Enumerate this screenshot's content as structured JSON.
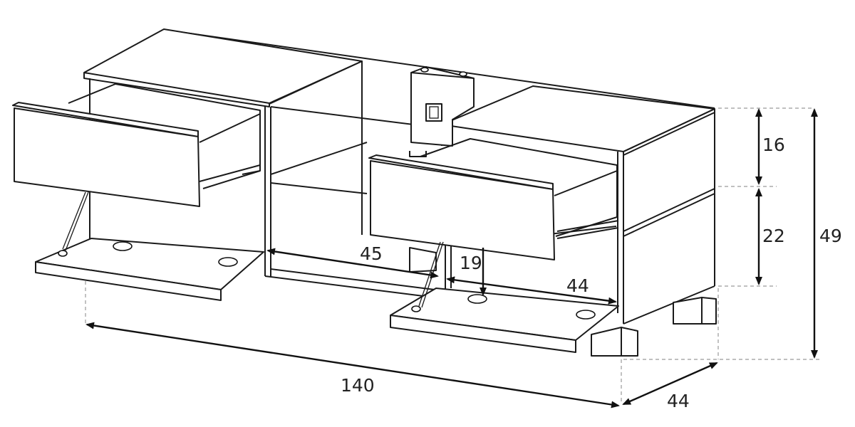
{
  "dimensions": {
    "width": "140",
    "depth": "44",
    "height": "49",
    "upper_height": "16",
    "lower_height": "22",
    "interior_width": "45",
    "drawer_depth": "44",
    "flap_offset": "19"
  },
  "colors": {
    "stroke": "#1a1a1a",
    "dash": "#9a9a9a",
    "background": "#ffffff"
  }
}
